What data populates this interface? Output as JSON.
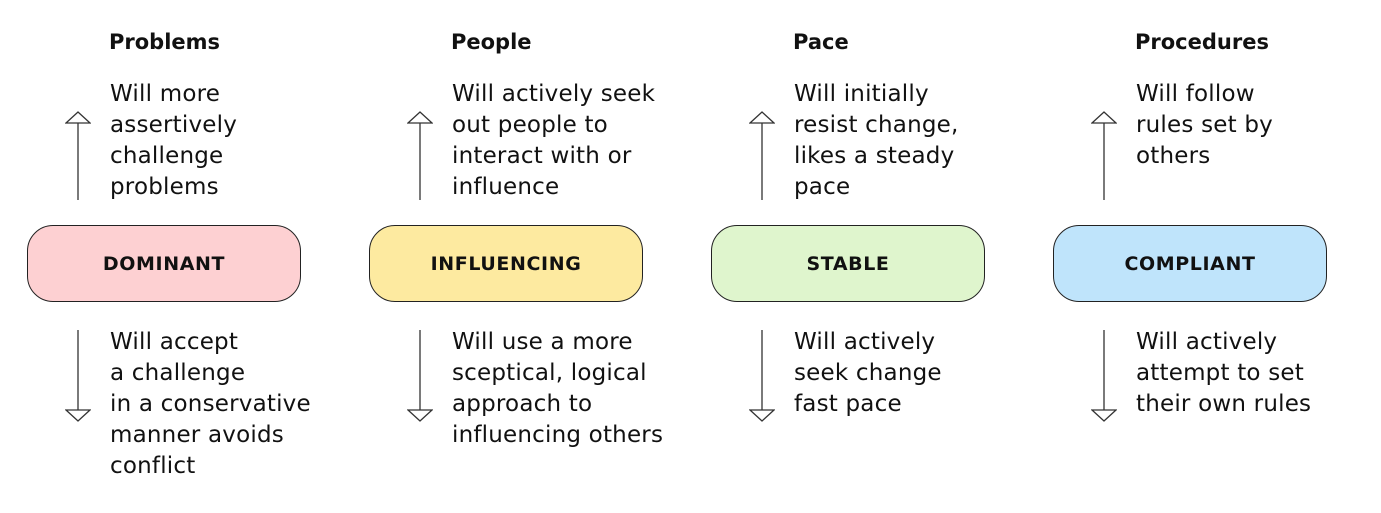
{
  "columns": [
    {
      "heading": "Problems",
      "top_text": "Will more\nassertively\nchallenge\nproblems",
      "type": "DOMINANT",
      "bottom_text": "Will accept\na challenge\nin a conservative\nmanner avoids\nconflict",
      "color": "#fdd0d2"
    },
    {
      "heading": "People",
      "top_text": "Will actively seek\nout people to\ninteract with or\ninfluence",
      "type": "INFLUENCING",
      "bottom_text": "Will use a more\nsceptical, logical\napproach to\ninfluencing others",
      "color": "#fdeaa0"
    },
    {
      "heading": "Pace",
      "top_text": "Will initially\nresist change,\nlikes a steady\npace",
      "type": "STABLE",
      "bottom_text": "Will actively\nseek change\nfast pace",
      "color": "#dff5cd"
    },
    {
      "heading": "Procedures",
      "top_text": "Will follow\nrules set by\nothers",
      "type": "COMPLIANT",
      "bottom_text": "Will actively\nattempt to set\ntheir own rules",
      "color": "#bfe4fb"
    }
  ]
}
